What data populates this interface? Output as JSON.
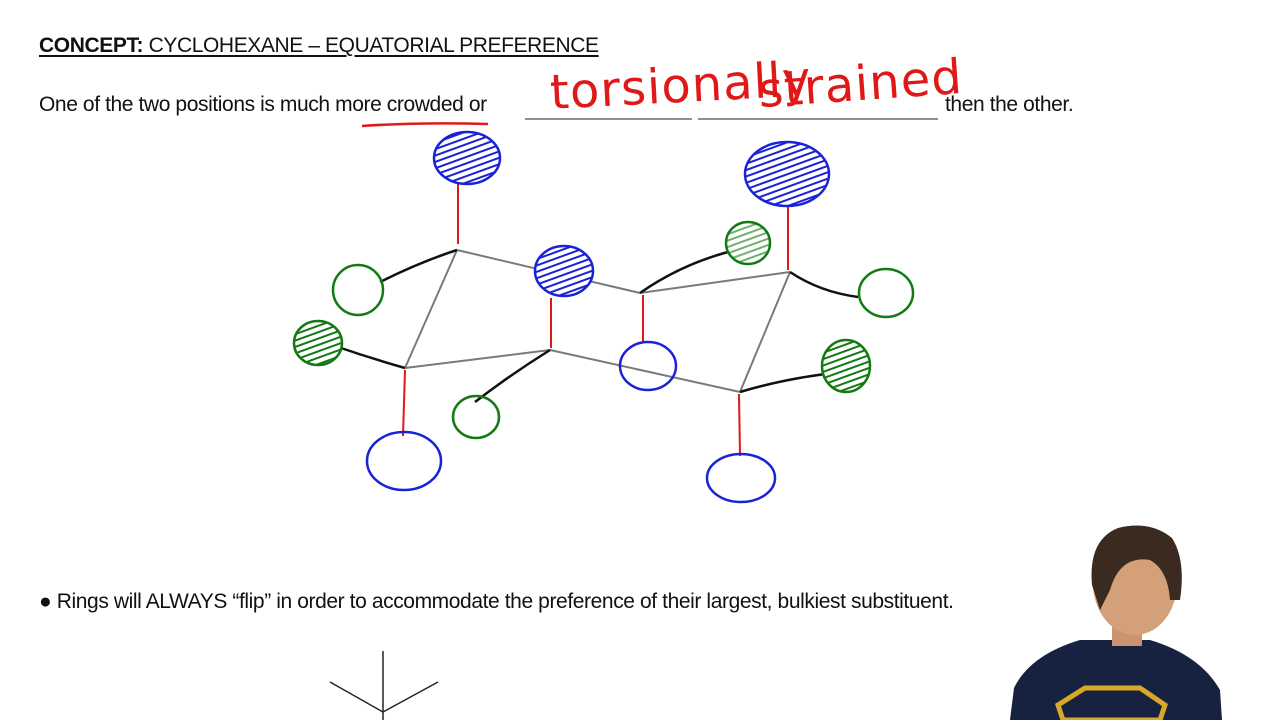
{
  "slide": {
    "title_bold": "CONCEPT:",
    "title_rest": " CYCLOHEXANE – EQUATORIAL PREFERENCE",
    "sentence_start": "One of the two positions is much ",
    "sentence_emph": "more crowded",
    "sentence_mid": " or",
    "sentence_end": "then the other.",
    "handwritten_1": "torsionally",
    "handwritten_2": "strained",
    "bullet_symbol": "●",
    "bullet_text": "Rings will ALWAYS “flip” in order to accommodate the preference of their largest, bulkiest substituent."
  },
  "colors": {
    "ink_red": "#e01818",
    "ink_blue": "#1a22d8",
    "ink_green": "#137a13",
    "bond_gray": "#7a7a7a",
    "bond_black": "#111111"
  }
}
